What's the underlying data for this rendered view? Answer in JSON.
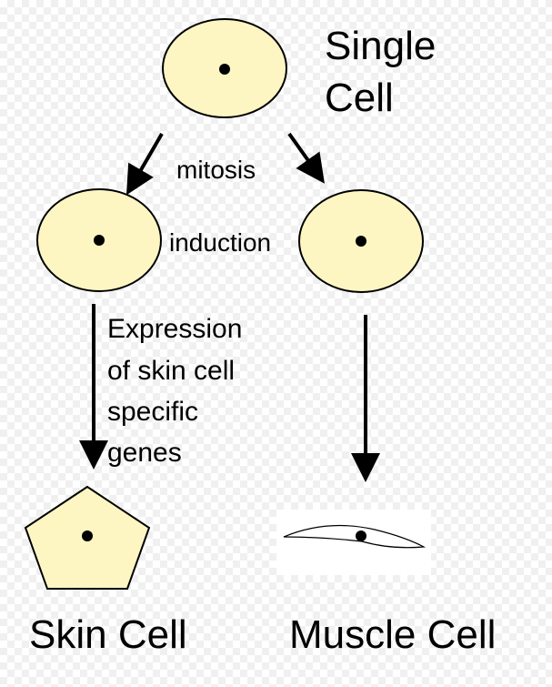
{
  "labels": {
    "single_cell": "Single\nCell",
    "single_cell_line1": "Single",
    "single_cell_line2": "Cell",
    "mitosis": "mitosis",
    "induction": "induction",
    "expression_line1": "Expression",
    "expression_line2": "of skin cell",
    "expression_line3": "specific",
    "expression_line4": "genes",
    "skin_cell": "Skin Cell",
    "muscle_cell": "Muscle Cell"
  },
  "colors": {
    "cell_fill": "#fdf6c3",
    "stroke": "#000000"
  }
}
